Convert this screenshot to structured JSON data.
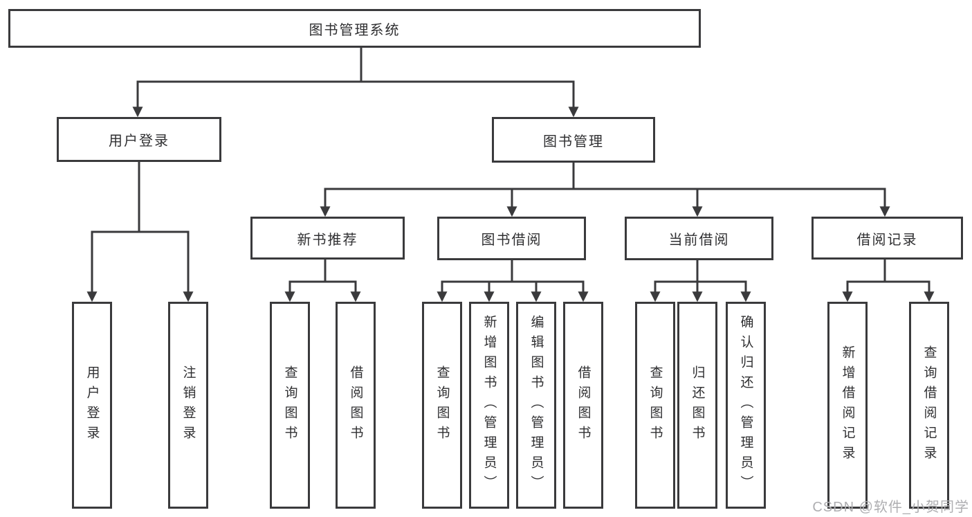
{
  "title": "图书管理系统",
  "watermark": "CSDN @软件_小贺同学",
  "colors": {
    "line": "#3a3a3c",
    "text": "#2f2f31",
    "box_background": "#ffffff",
    "watermark": "#aeaeb1",
    "page_background": "#ffffff"
  },
  "tree": {
    "root": {
      "label": "图书管理系统",
      "children": [
        {
          "label": "用户登录",
          "children": [
            {
              "label": "用户登录"
            },
            {
              "label": "注销登录"
            }
          ]
        },
        {
          "label": "图书管理",
          "children": [
            {
              "label": "新书推荐",
              "children": [
                {
                  "label": "查询图书"
                },
                {
                  "label": "借阅图书"
                }
              ]
            },
            {
              "label": "图书借阅",
              "children": [
                {
                  "label": "查询图书"
                },
                {
                  "label": "新增图书（管理员）"
                },
                {
                  "label": "编辑图书（管理员）"
                },
                {
                  "label": "借阅图书"
                }
              ]
            },
            {
              "label": "当前借阅",
              "children": [
                {
                  "label": "查询图书"
                },
                {
                  "label": "归还图书"
                },
                {
                  "label": "确认归还（管理员）"
                }
              ]
            },
            {
              "label": "借阅记录",
              "children": [
                {
                  "label": "新增借阅记录"
                },
                {
                  "label": "查询借阅记录"
                }
              ]
            }
          ]
        }
      ]
    }
  }
}
